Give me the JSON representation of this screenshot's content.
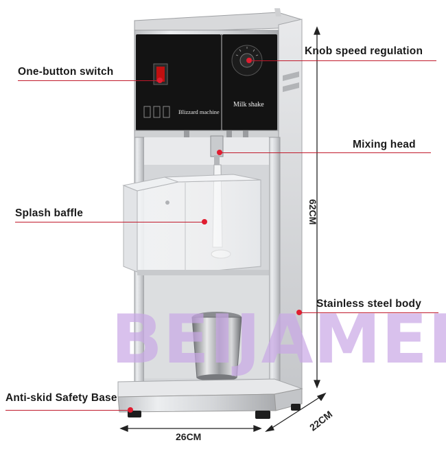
{
  "watermark": "BEIJAMEI",
  "panel": {
    "left_label": "Blizzard machine",
    "right_label": "Milk shake"
  },
  "callouts": [
    {
      "id": "one-button-switch",
      "text": "One-button switch"
    },
    {
      "id": "knob-speed-regulation",
      "text": "Knob speed regulation"
    },
    {
      "id": "mixing-head",
      "text": "Mixing head"
    },
    {
      "id": "splash-baffle",
      "text": "Splash baffle"
    },
    {
      "id": "stainless-steel-body",
      "text": "Stainless steel body"
    },
    {
      "id": "anti-skid-safety-base",
      "text": "Anti-skid Safety Base"
    }
  ],
  "dimensions": {
    "height": "62CM",
    "width": "26CM",
    "depth": "22CM"
  },
  "colors": {
    "callout_line": "#c0182a",
    "callout_dot": "#e01d30",
    "panel": "#121212",
    "steel": "#d9dadc",
    "watermark": "#c9a8e6"
  }
}
